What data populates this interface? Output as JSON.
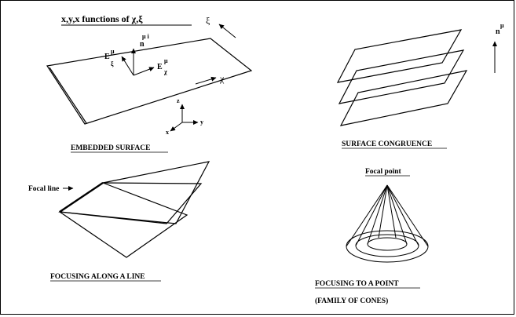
{
  "title": "x,y,x functions of χ,ξ",
  "panels": {
    "embedded": {
      "caption": "EMBEDDED SURFACE",
      "xi": "ξ",
      "chi": "χ",
      "n_label": "n",
      "n_index": "μ i",
      "e_label": "E",
      "e_sup": "μ",
      "axis_z": "z",
      "axis_y": "y",
      "axis_x": "x"
    },
    "congruence": {
      "caption": "SURFACE CONGRUENCE",
      "n_label": "n",
      "n_sup": "μ"
    },
    "line": {
      "caption": "FOCUSING ALONG A LINE",
      "focal_label": "Focal line"
    },
    "point": {
      "caption_1": "FOCUSING TO A POINT",
      "caption_2": "(FAMILY OF CONES)",
      "focal_label": "Focal point"
    }
  }
}
